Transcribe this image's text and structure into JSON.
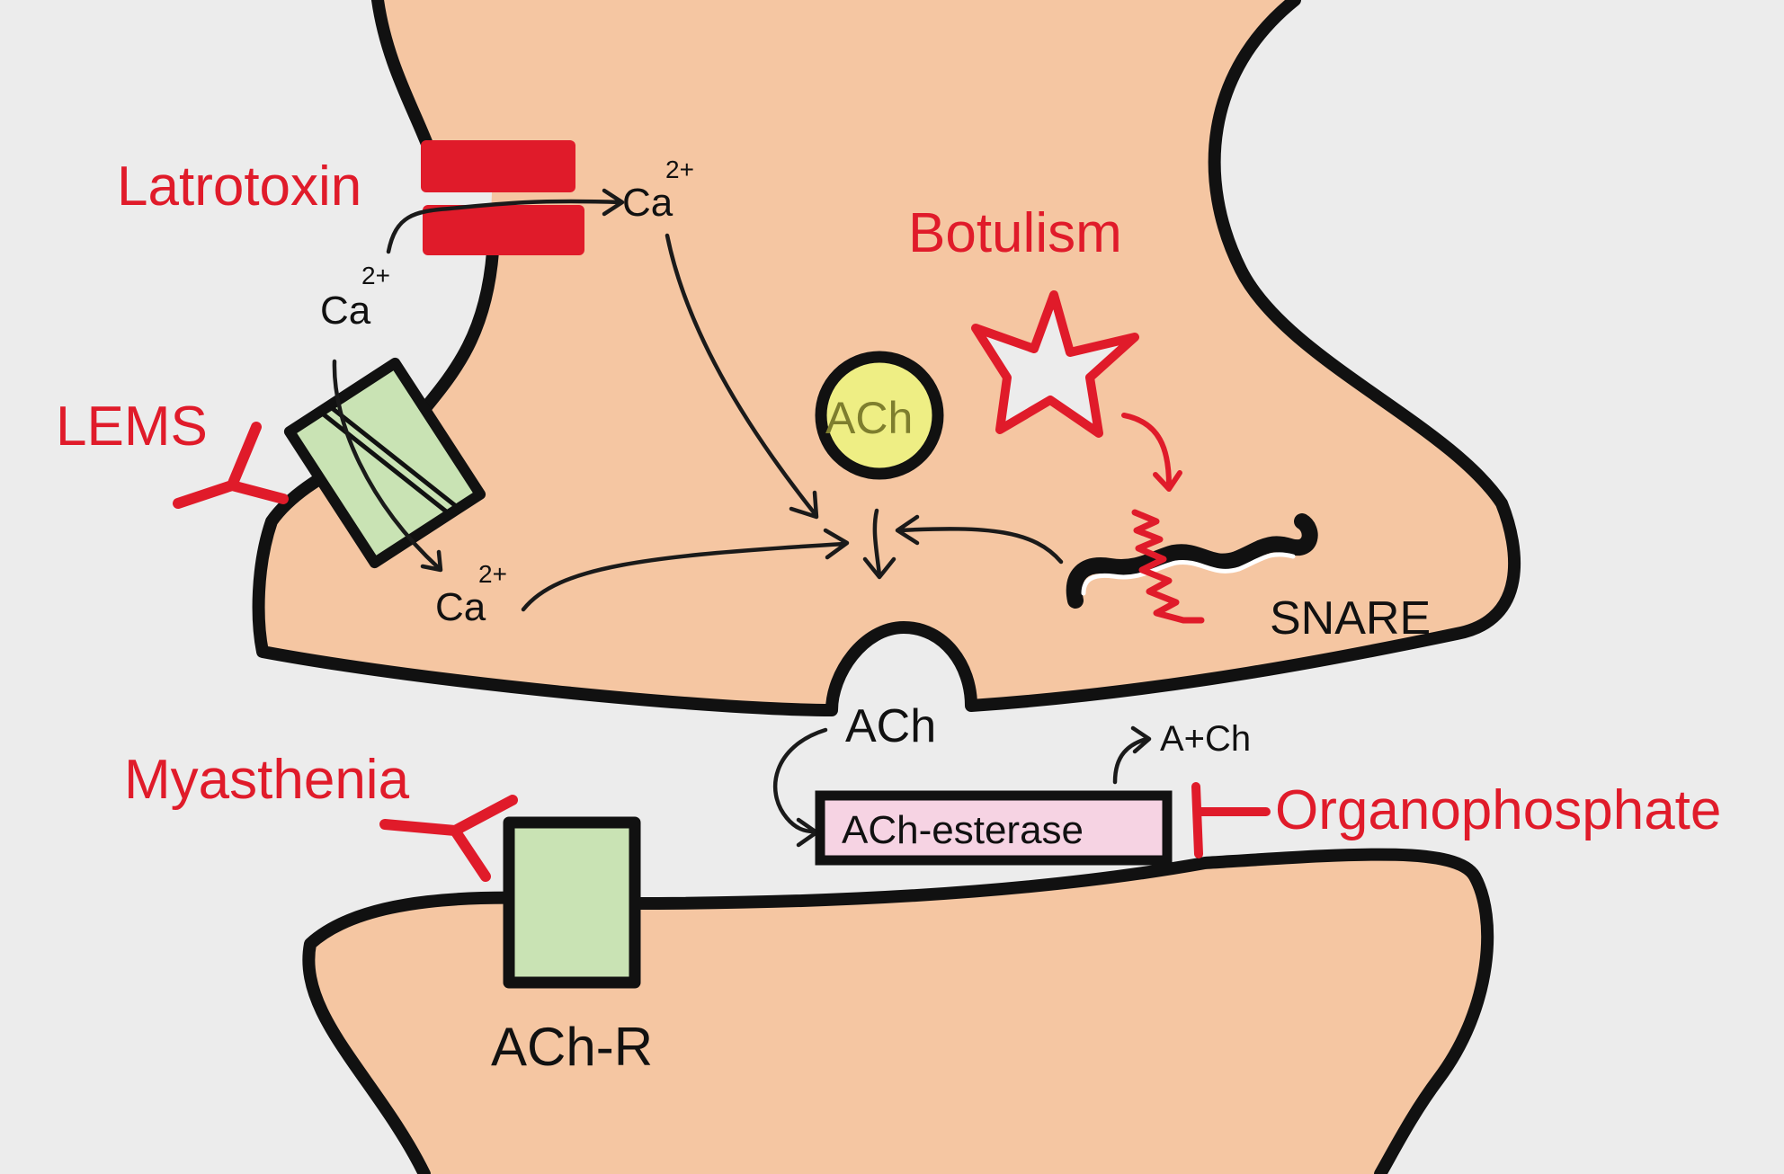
{
  "labels": {
    "latrotoxin": "Latrotoxin",
    "botulism": "Botulism",
    "lems": "LEMS",
    "myasthenia": "Myasthenia",
    "organophosphate": "Organophosphate",
    "snare": "SNARE",
    "ach_vesicle": "ACh",
    "ach_cleft": "ACh",
    "ach_products": "A+Ch",
    "ach_esterase": "ACh-esterase",
    "ach_receptor": "ACh-R",
    "calcium": "Ca",
    "calcium_charge": "2+"
  },
  "colors": {
    "background": "#ececec",
    "cell": "#f5c6a2",
    "outline": "#111111",
    "toxin_red": "#e01b2a",
    "channel_green": "#c9e3b4",
    "vesicle_yellow": "#eeee84",
    "esterase_pink": "#f6d3e3"
  }
}
